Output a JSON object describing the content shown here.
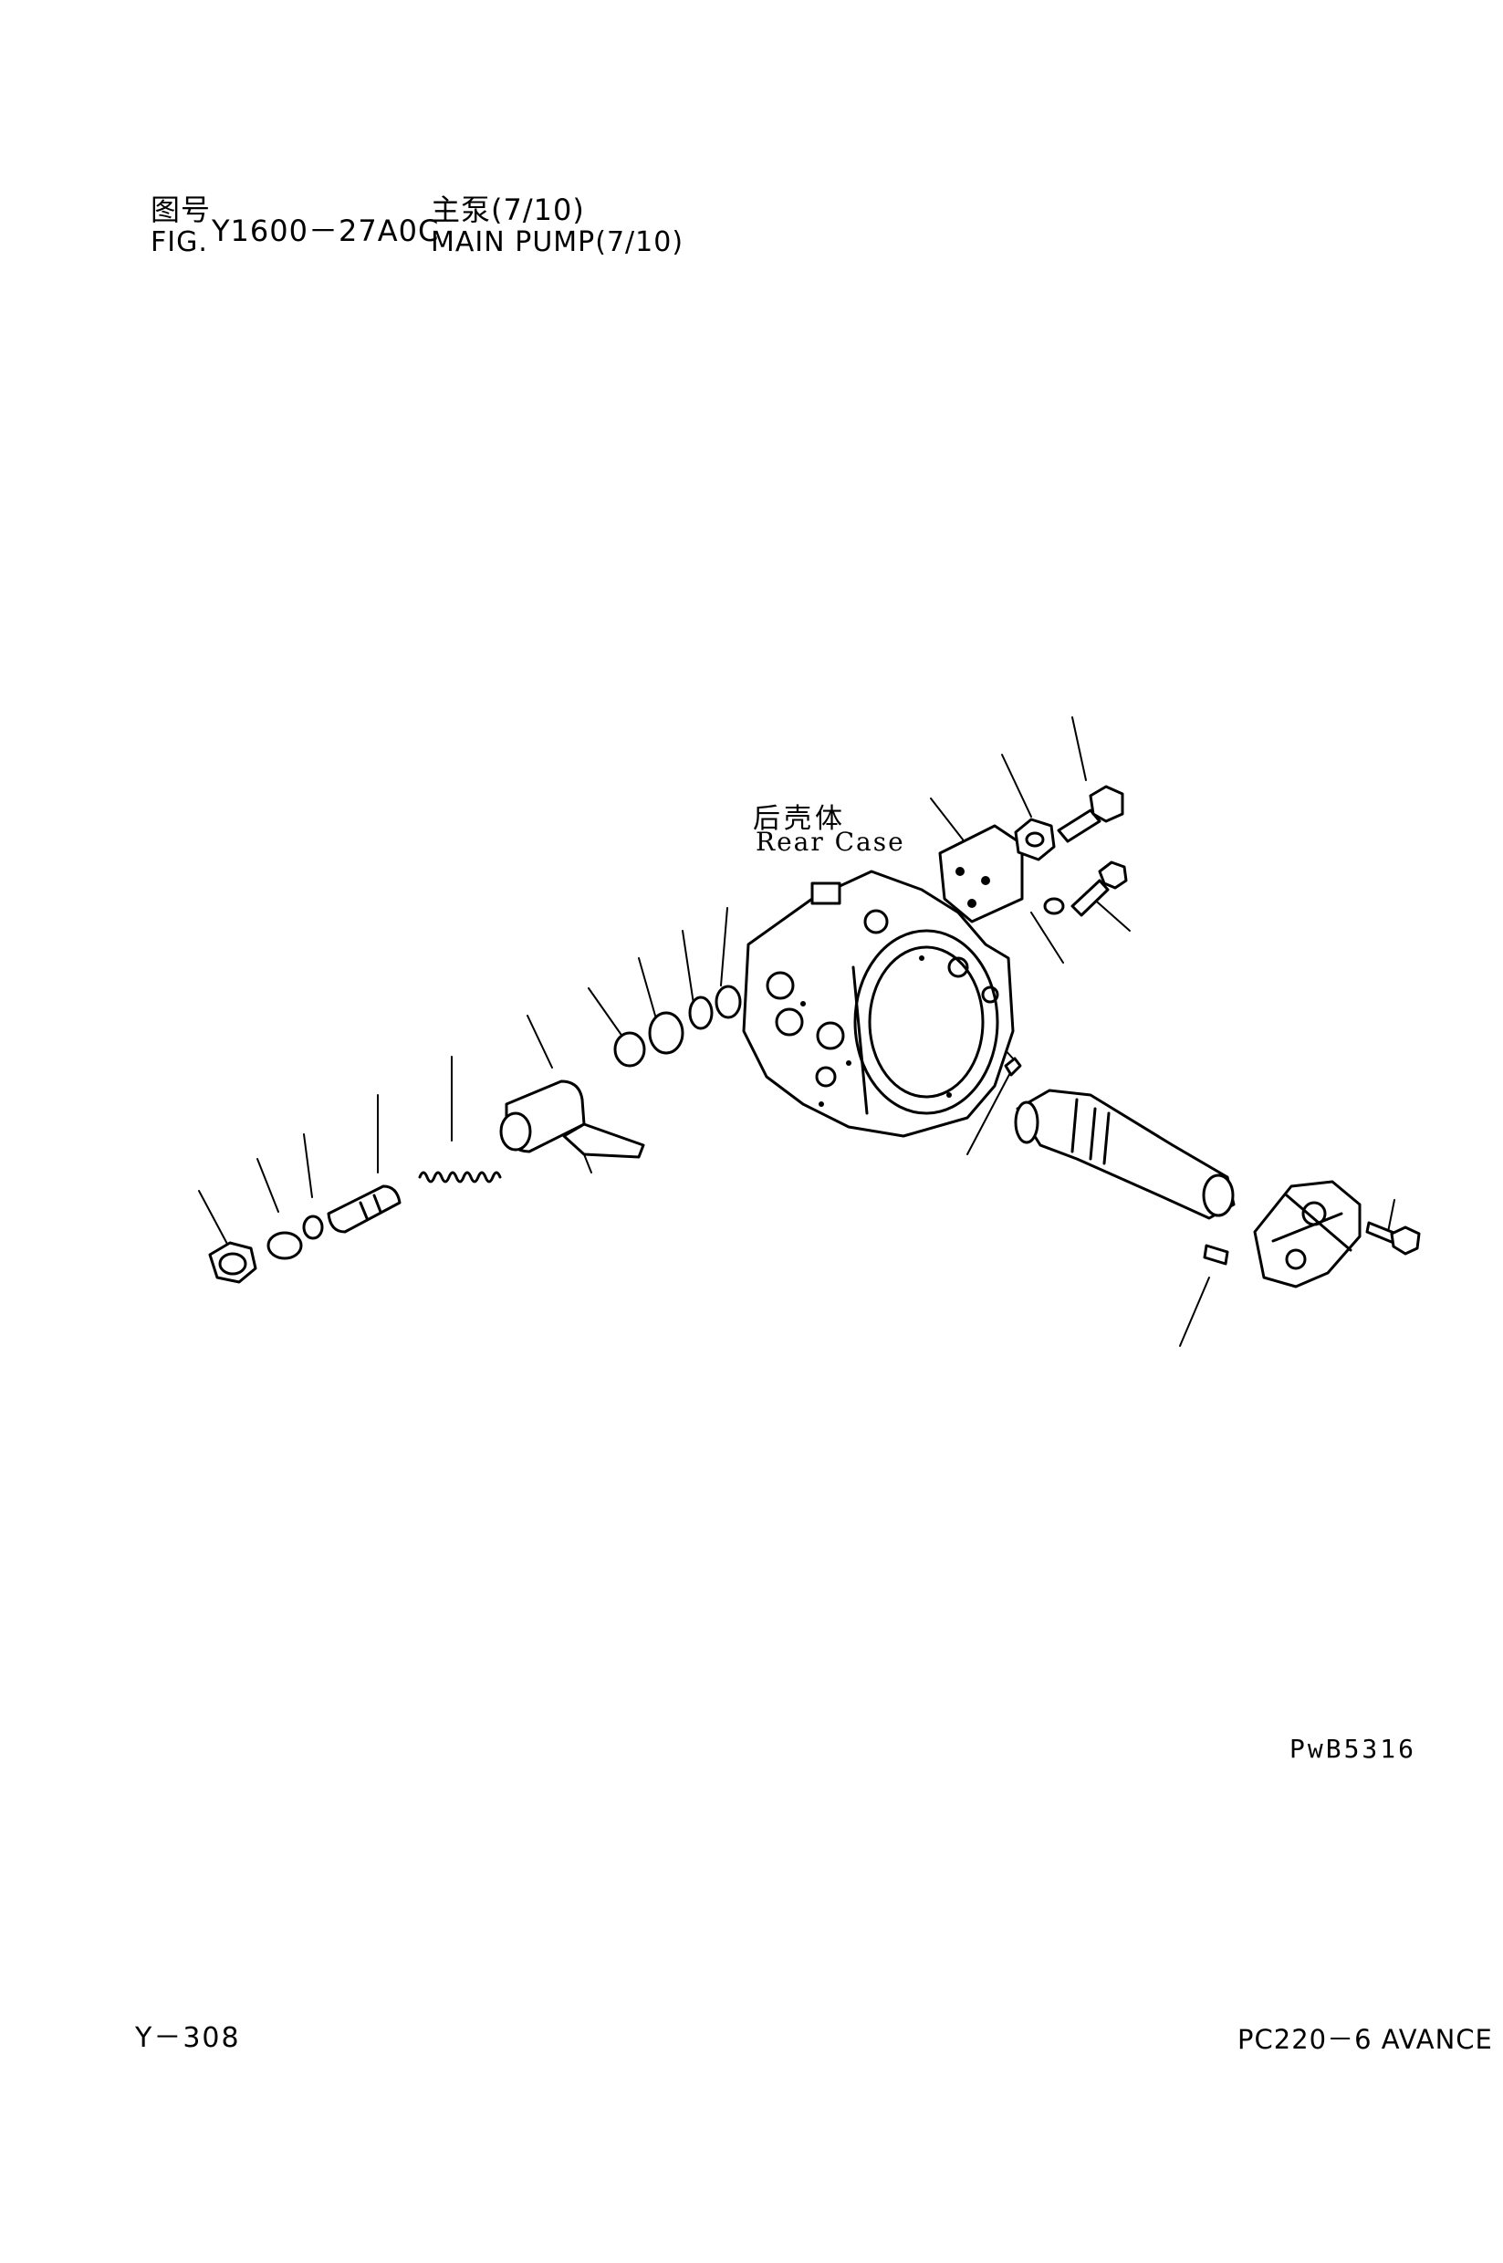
{
  "header": {
    "cn_label": "图号",
    "fig_label": "FIG.",
    "figure_number": "Y1600－27A0C",
    "cn_title": "主泵(7/10)",
    "en_title": "MAIN PUMP(7/10)"
  },
  "callout": {
    "cn": "后壳体",
    "en": "Rear Case"
  },
  "drawing_code": "PwB5316",
  "footer": {
    "page": "Y－308",
    "model": "PC220－6 AVANCE"
  }
}
